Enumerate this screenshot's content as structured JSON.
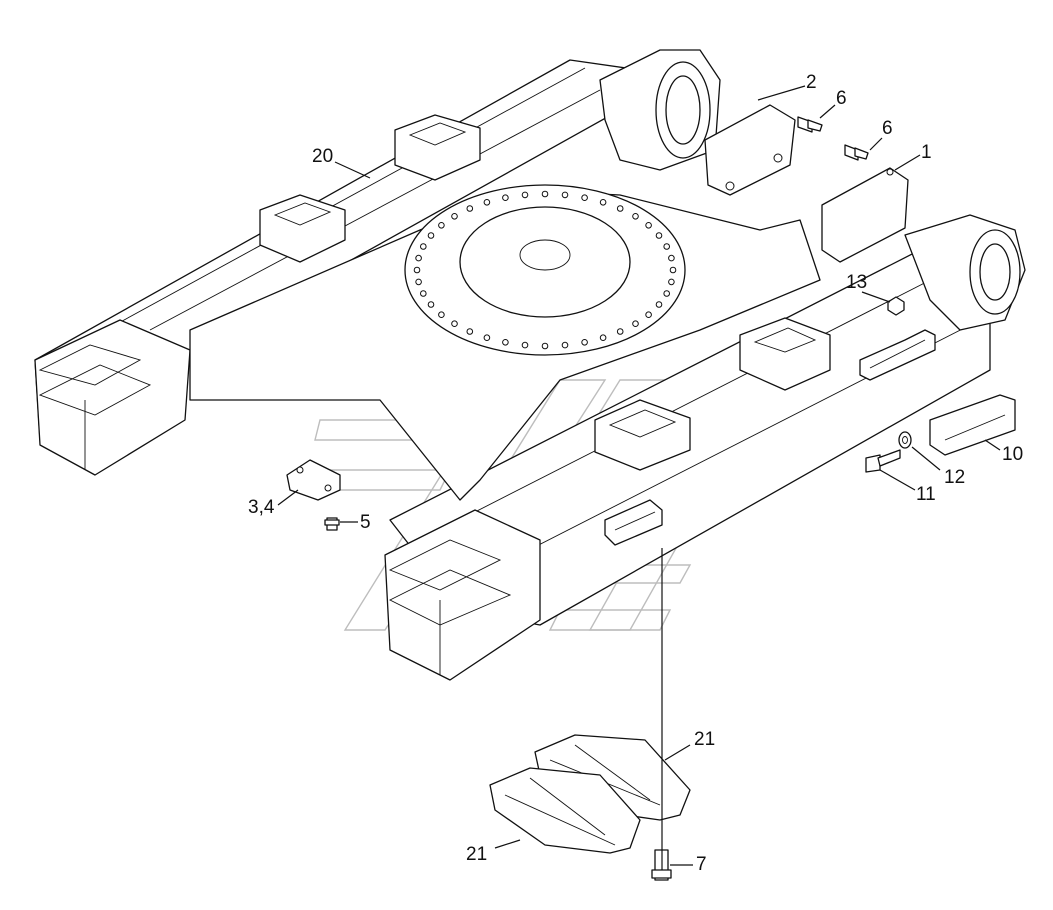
{
  "callouts": [
    {
      "id": "c2",
      "text": "2"
    },
    {
      "id": "c6a",
      "text": "6"
    },
    {
      "id": "c6b",
      "text": "6"
    },
    {
      "id": "c1",
      "text": "1"
    },
    {
      "id": "c20",
      "text": "20"
    },
    {
      "id": "c13",
      "text": "13"
    },
    {
      "id": "c10",
      "text": "10"
    },
    {
      "id": "c12",
      "text": "12"
    },
    {
      "id": "c11",
      "text": "11"
    },
    {
      "id": "c34",
      "text": "3,4"
    },
    {
      "id": "c5",
      "text": "5"
    },
    {
      "id": "c21a",
      "text": "21"
    },
    {
      "id": "c21b",
      "text": "21"
    },
    {
      "id": "c7",
      "text": "7"
    }
  ]
}
